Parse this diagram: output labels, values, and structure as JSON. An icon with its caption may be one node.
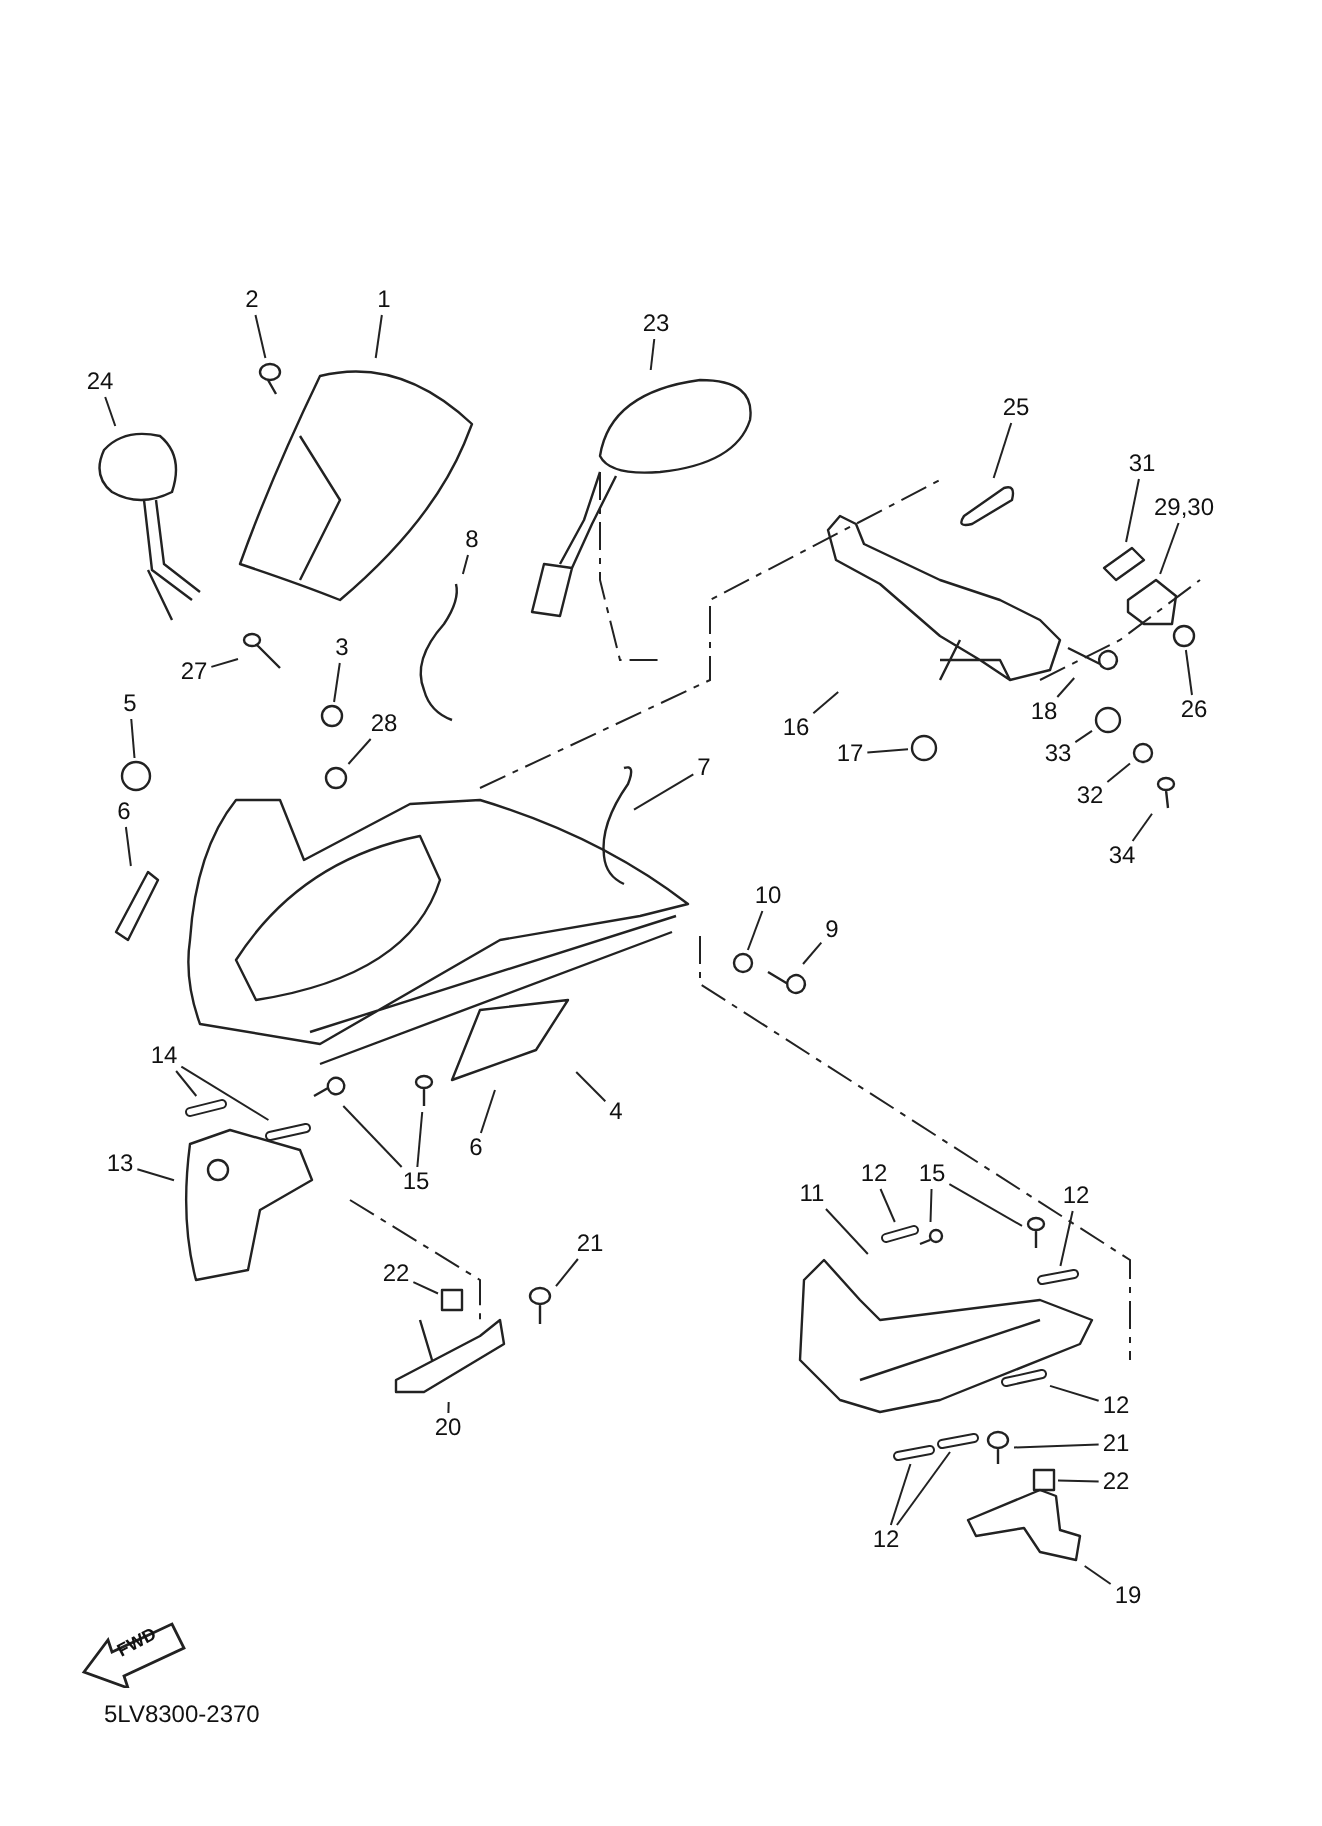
{
  "diagram": {
    "nodes": [
      {
        "text": [
          "2"
        ]
      },
      {
        "text": [
          "1"
        ]
      },
      {
        "text": [
          "23"
        ]
      },
      {
        "text": [
          "24"
        ]
      },
      {
        "text": [
          "25"
        ]
      },
      {
        "text": [
          "31"
        ]
      },
      {
        "text": [
          "29,30"
        ]
      },
      {
        "text": [
          "8"
        ]
      },
      {
        "text": [
          "3"
        ]
      },
      {
        "text": [
          "27"
        ]
      },
      {
        "text": [
          "5"
        ]
      },
      {
        "text": [
          "28"
        ]
      },
      {
        "text": [
          "16"
        ]
      },
      {
        "text": [
          "18"
        ]
      },
      {
        "text": [
          "26"
        ]
      },
      {
        "text": [
          "7"
        ]
      },
      {
        "text": [
          "17"
        ]
      },
      {
        "text": [
          "33"
        ]
      },
      {
        "text": [
          "32"
        ]
      },
      {
        "text": [
          "34"
        ]
      },
      {
        "text": [
          "6"
        ]
      },
      {
        "text": [
          "10"
        ]
      },
      {
        "text": [
          "9"
        ]
      },
      {
        "text": [
          "14"
        ]
      },
      {
        "text": [
          "6"
        ]
      },
      {
        "text": [
          "4"
        ]
      },
      {
        "text": [
          "13"
        ]
      },
      {
        "text": [
          "15"
        ]
      },
      {
        "text": [
          "11"
        ]
      },
      {
        "text": [
          "12"
        ]
      },
      {
        "text": [
          "15"
        ]
      },
      {
        "text": [
          "21"
        ]
      },
      {
        "text": [
          "12"
        ]
      },
      {
        "text": [
          "22"
        ]
      },
      {
        "text": [
          "12"
        ]
      },
      {
        "text": [
          "21"
        ]
      },
      {
        "text": [
          "22"
        ]
      },
      {
        "text": [
          "20"
        ]
      },
      {
        "text": [
          "12"
        ]
      },
      {
        "text": [
          "19"
        ]
      },
      {
        "text": [],
        "shape": "picture"
      },
      {
        "text": [],
        "shape": "picture"
      },
      {
        "text": [],
        "shape": "picture"
      },
      {
        "text": [],
        "shape": "picture"
      },
      {
        "text": [],
        "shape": "picture"
      },
      {
        "text": [],
        "shape": "picture"
      },
      {
        "text": [],
        "shape": "picture"
      },
      {
        "text": [],
        "shape": "picture"
      },
      {
        "text": [],
        "shape": "circle"
      },
      {
        "text": [],
        "shape": "picture"
      },
      {
        "text": [],
        "shape": "circle"
      },
      {
        "text": [],
        "shape": "circle"
      },
      {
        "text": [],
        "shape": "picture"
      },
      {
        "text": [],
        "shape": "picture"
      },
      {
        "text": [],
        "shape": "circle"
      },
      {
        "text": [],
        "shape": "picture"
      },
      {
        "text": [],
        "shape": "circle"
      },
      {
        "text": [],
        "shape": "circle"
      },
      {
        "text": [],
        "shape": "circle"
      },
      {
        "text": [],
        "shape": "picture"
      },
      {
        "text": [],
        "shape": "picture"
      },
      {
        "text": [],
        "shape": "circle"
      },
      {
        "text": [],
        "shape": "picture"
      },
      {
        "text": [],
        "shape": "bar"
      },
      {
        "text": [],
        "shape": "bar"
      },
      {
        "text": [],
        "shape": "picture"
      },
      {
        "text": [],
        "shape": "picture"
      },
      {
        "text": [],
        "shape": "picture"
      },
      {
        "text": [],
        "shape": "picture"
      },
      {
        "text": [],
        "shape": "picture"
      },
      {
        "text": [],
        "shape": "picture"
      },
      {
        "text": [],
        "shape": "bar"
      },
      {
        "text": [],
        "shape": "picture"
      },
      {
        "text": [],
        "shape": "picture"
      },
      {
        "text": [],
        "shape": "picture"
      },
      {
        "text": [],
        "shape": "bar",
        "in": 70
      },
      {
        "text": [],
        "shape": "box"
      },
      {
        "text": [],
        "shape": "bar",
        "in": 70
      },
      {
        "text": [],
        "shape": "picture"
      },
      {
        "text": [],
        "shape": "box"
      },
      {
        "text": [],
        "shape": "picture"
      },
      {
        "text": [],
        "shape": "bar"
      },
      {
        "text": [],
        "shape": "bar"
      },
      {
        "text": [],
        "shape": "picture"
      }
    ],
    "edges": [
      {
        "from": 0,
        "to": 40,
        "arrow": "none"
      },
      {
        "from": 1,
        "to": 41,
        "arrow": "none"
      },
      {
        "from": 2,
        "to": 42,
        "arrow": "none"
      },
      {
        "from": 3,
        "to": 43,
        "arrow": "none"
      },
      {
        "from": 4,
        "to": 44,
        "arrow": "none"
      },
      {
        "from": 5,
        "to": 45,
        "arrow": "none"
      },
      {
        "from": 6,
        "to": 46,
        "arrow": "none"
      },
      {
        "from": 7,
        "to": 47,
        "arrow": "none"
      },
      {
        "from": 8,
        "to": 48,
        "arrow": "none"
      },
      {
        "from": 9,
        "to": 49,
        "arrow": "none"
      },
      {
        "from": 10,
        "to": 50,
        "arrow": "none"
      },
      {
        "from": 11,
        "to": 51,
        "arrow": "none"
      },
      {
        "from": 12,
        "to": 52,
        "arrow": "none"
      },
      {
        "from": 13,
        "to": 53,
        "arrow": "none"
      },
      {
        "from": 14,
        "to": 54,
        "arrow": "none"
      },
      {
        "from": 15,
        "to": 55,
        "arrow": "none"
      },
      {
        "from": 16,
        "to": 56,
        "arrow": "none"
      },
      {
        "from": 17,
        "to": 57,
        "arrow": "none"
      },
      {
        "from": 18,
        "to": 58,
        "arrow": "none"
      },
      {
        "from": 19,
        "to": 59,
        "arrow": "none"
      },
      {
        "from": 20,
        "to": 60,
        "arrow": "none"
      },
      {
        "from": 21,
        "to": 61,
        "arrow": "none"
      },
      {
        "from": 22,
        "to": 62,
        "arrow": "none"
      },
      {
        "from": 23,
        "to": 63,
        "arrow": "none"
      },
      {
        "from": 23,
        "to": 64,
        "arrow": "none"
      },
      {
        "from": 24,
        "to": 65,
        "arrow": "none"
      },
      {
        "from": 25,
        "to": 66,
        "arrow": "none"
      },
      {
        "from": 26,
        "to": 67,
        "arrow": "none"
      },
      {
        "from": 27,
        "to": 68,
        "arrow": "none"
      },
      {
        "from": 27,
        "to": 69,
        "arrow": "none"
      },
      {
        "from": 28,
        "to": 70,
        "arrow": "none"
      },
      {
        "from": 29,
        "to": 71,
        "arrow": "none"
      },
      {
        "from": 30,
        "to": 72,
        "arrow": "none"
      },
      {
        "from": 30,
        "to": 73,
        "arrow": "none"
      },
      {
        "from": 31,
        "to": 74,
        "arrow": "none"
      },
      {
        "from": 32,
        "to": 75,
        "arrow": "none"
      },
      {
        "from": 33,
        "to": 76,
        "arrow": "none"
      },
      {
        "from": 34,
        "to": 77,
        "arrow": "none"
      },
      {
        "from": 35,
        "to": 78,
        "arrow": "none"
      },
      {
        "from": 36,
        "to": 79,
        "arrow": "none"
      },
      {
        "from": 37,
        "to": 80,
        "arrow": "none"
      },
      {
        "from": 38,
        "to": 81,
        "arrow": "none"
      },
      {
        "from": 38,
        "to": 82,
        "arrow": "none"
      },
      {
        "from": 39,
        "to": 83,
        "arrow": "none"
      }
    ],
    "labels": [
      "FWD",
      "5LV8300-2370"
    ]
  }
}
